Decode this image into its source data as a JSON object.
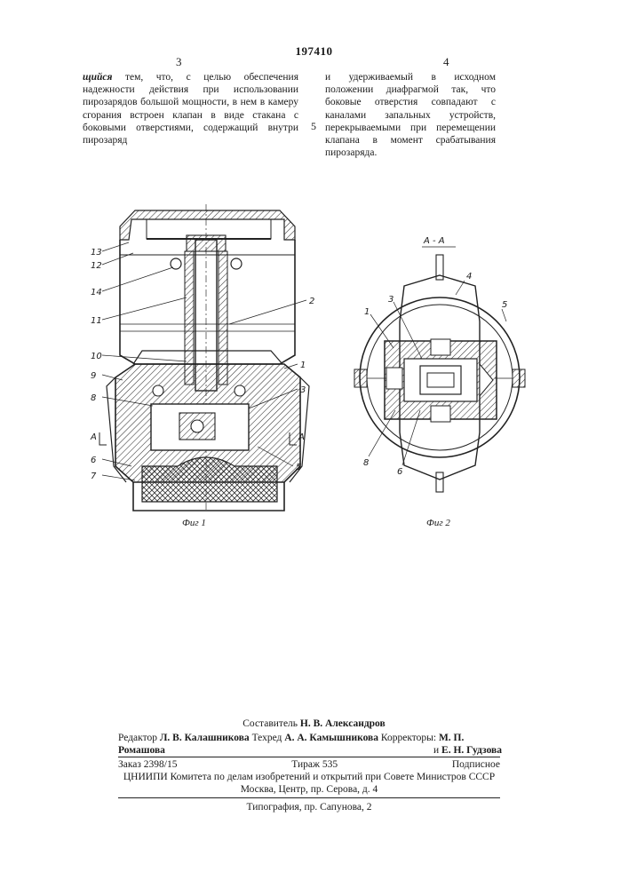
{
  "header": {
    "patent_number": "197410",
    "col_left_num": "3",
    "col_right_num": "4",
    "line_marker": "5"
  },
  "text": {
    "left_lead": "щийся",
    "left_rest": " тем, что, с целью обеспечения надежности действия при использовании пирозарядов большой мощности, в нем в камеру сгорания встроен клапан в виде стакана с боковыми отверстиями, содержащий внутри пирозаряд",
    "right": "и удерживаемый в исходном положении диафрагмой так, что боковые отверстия совпадают с каналами запальных устройств, перекрываемыми при перемещении клапана в момент срабатывания пирозаряда."
  },
  "fig1": {
    "caption": "Фиг 1",
    "section_mark": "А",
    "labels_left": [
      "13",
      "12",
      "14",
      "11",
      "10",
      "9",
      "8",
      "6",
      "7"
    ],
    "labels_right": [
      "2",
      "1",
      "3",
      "5"
    ]
  },
  "fig2": {
    "caption": "Фиг 2",
    "section_title": "А - А",
    "labels": [
      "1",
      "3",
      "4",
      "5",
      "8",
      "6"
    ]
  },
  "footer": {
    "compiler_label": "Составитель",
    "compiler": "Н. В. Александров",
    "editor_label": "Редактор",
    "editor": "Л. В. Калашникова",
    "techred_label": "Техред",
    "techred": "А. А. Камышникова",
    "correctors_label": "Корректоры:",
    "corrector1": "М. П. Ромашова",
    "corrector2_prefix": "и",
    "corrector2": "Е. Н. Гудзова",
    "order": "Заказ 2398/15",
    "circulation": "Тираж 535",
    "subscription": "Подписное",
    "institute": "ЦНИИПИ Комитета по делам изобретений и открытий при Совете Министров СССР",
    "address": "Москва, Центр, пр. Серова, д. 4",
    "printing": "Типография, пр. Сапунова, 2"
  }
}
